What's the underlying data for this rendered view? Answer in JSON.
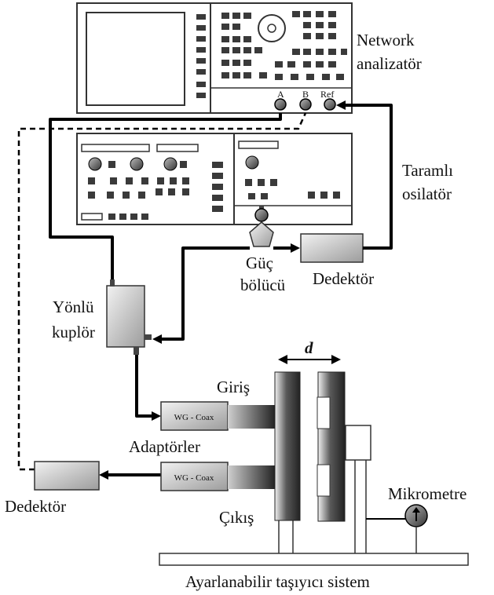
{
  "labels": {
    "network_line1": "Network",
    "network_line2": "analizatör",
    "sweep_line1": "Taramlı",
    "sweep_line2": "osilatör",
    "splitter_line1": "Güç",
    "splitter_line2": "bölücü",
    "detector_top": "Dedektör",
    "coupler_line1": "Yönlü",
    "coupler_line2": "kuplör",
    "distance": "d",
    "input": "Giriş",
    "output": "Çıkış",
    "adapter_top": "WG - Coax",
    "adapter_bottom": "WG - Coax",
    "adapters": "Adaptörler",
    "detector_bottom": "Dedektör",
    "micrometer": "Mikrometre",
    "carrier": "Ayarlanabilir taşıyıcı sistem",
    "port_a": "A",
    "port_b": "B",
    "port_ref": "Ref"
  }
}
